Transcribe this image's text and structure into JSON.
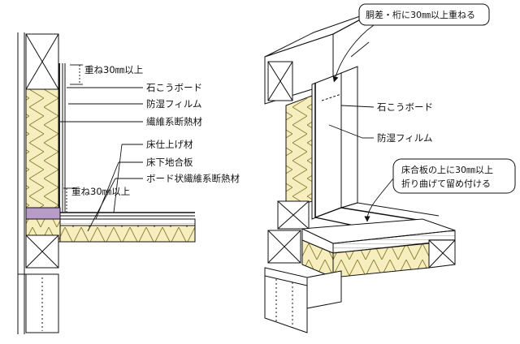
{
  "left_section": {
    "overlap_top": "重ね30㎜以上",
    "gypsum_board": "石こうボード",
    "moisture_film": "防湿フィルム",
    "fiber_insulation": "繊維系断熱材",
    "floor_finish": "床仕上げ材",
    "subfloor_panel": "床下地合板",
    "board_insulation": "ボード状繊維系断熱材",
    "overlap_bottom": "重ね30㎜以上"
  },
  "right_section": {
    "callout_top": "胴差・桁に30㎜以上重ねる",
    "gypsum_board": "石こうボード",
    "moisture_film": "防湿フィルム",
    "callout_bottom_line1": "床合板の上に30㎜以上",
    "callout_bottom_line2": "折り曲げて留め付ける"
  },
  "colors": {
    "insulation_fill": "#f7eec0",
    "insulation_zigzag": "#8a7a30",
    "purple_layer": "#b89cc8",
    "line": "#111111"
  }
}
